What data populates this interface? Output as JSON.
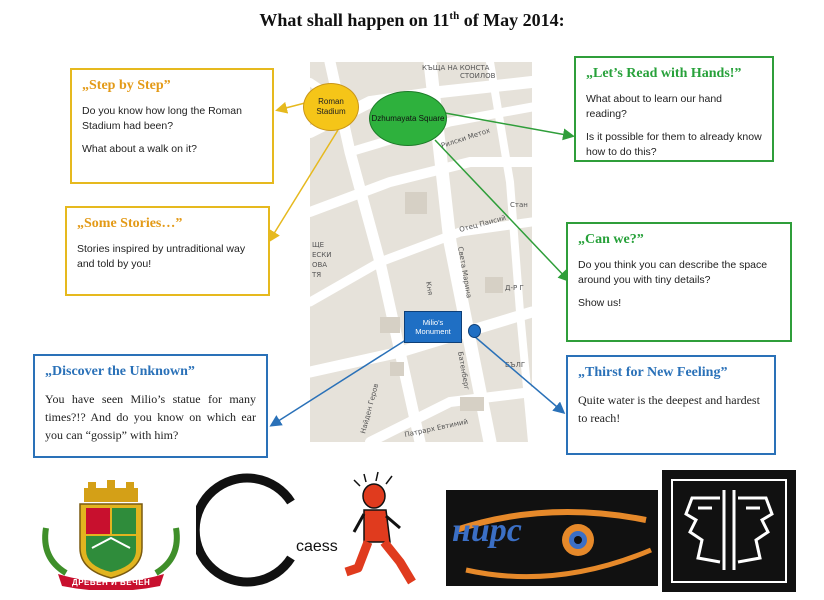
{
  "header": {
    "title_pre": "What shall happen on 11",
    "title_sup": "th",
    "title_post": " of May 2014:"
  },
  "map": {
    "street_labels": [
      "КЪЩА НА КОНСТА",
      "СТОИЛОВ",
      "Рилски Метох",
      "Стан",
      "Отец Паисий",
      "Света Марина",
      "Д-Р Г",
      "Кня",
      "Патрарх Евтимий",
      "Найден Геров",
      "Батенберг",
      "БЪЛГ",
      "ОВА",
      "ЕСКИ",
      "ЩЕ",
      "ТЯ"
    ],
    "markers": {
      "roman": "Roman Stadium",
      "dzhumayata": "Dzhumayata Square",
      "monument": "Milio's Monument"
    }
  },
  "boxes": {
    "step": {
      "title": "„Step by Step”",
      "p1": "Do you know how long the Roman Stadium had been?",
      "p2": "What about a walk on it?"
    },
    "stories": {
      "title": "„Some Stories…”",
      "p1": "Stories inspired by untraditional way and told by you!"
    },
    "discover": {
      "title": "„Discover the Unknown”",
      "p1": "You have seen Milio’s statue for many times?!? And do you know on which ear you can “gossip” with him?"
    },
    "read": {
      "title": "„Let’s Read with Hands!”",
      "p1": "What about to learn our hand reading?",
      "p2": "Is it possible for them to already know how to do this?"
    },
    "canwe": {
      "title": "„Can we?”",
      "p1": "Do you think you can describe the space around you with tiny details?",
      "p2": "Show us!"
    },
    "thirst": {
      "title": "„Thirst for New Feeling”",
      "p1": "Quite water is the deepest and hardest to reach!"
    }
  },
  "logos": {
    "plovdiv_ribbon": "ДРЕВЕН И ВЕЧЕН",
    "caess": "caess",
    "nirs": "нирс",
    "colors": {
      "yellow": "#e6b91e",
      "green": "#2f9e3a",
      "blue": "#2a71b8"
    }
  }
}
